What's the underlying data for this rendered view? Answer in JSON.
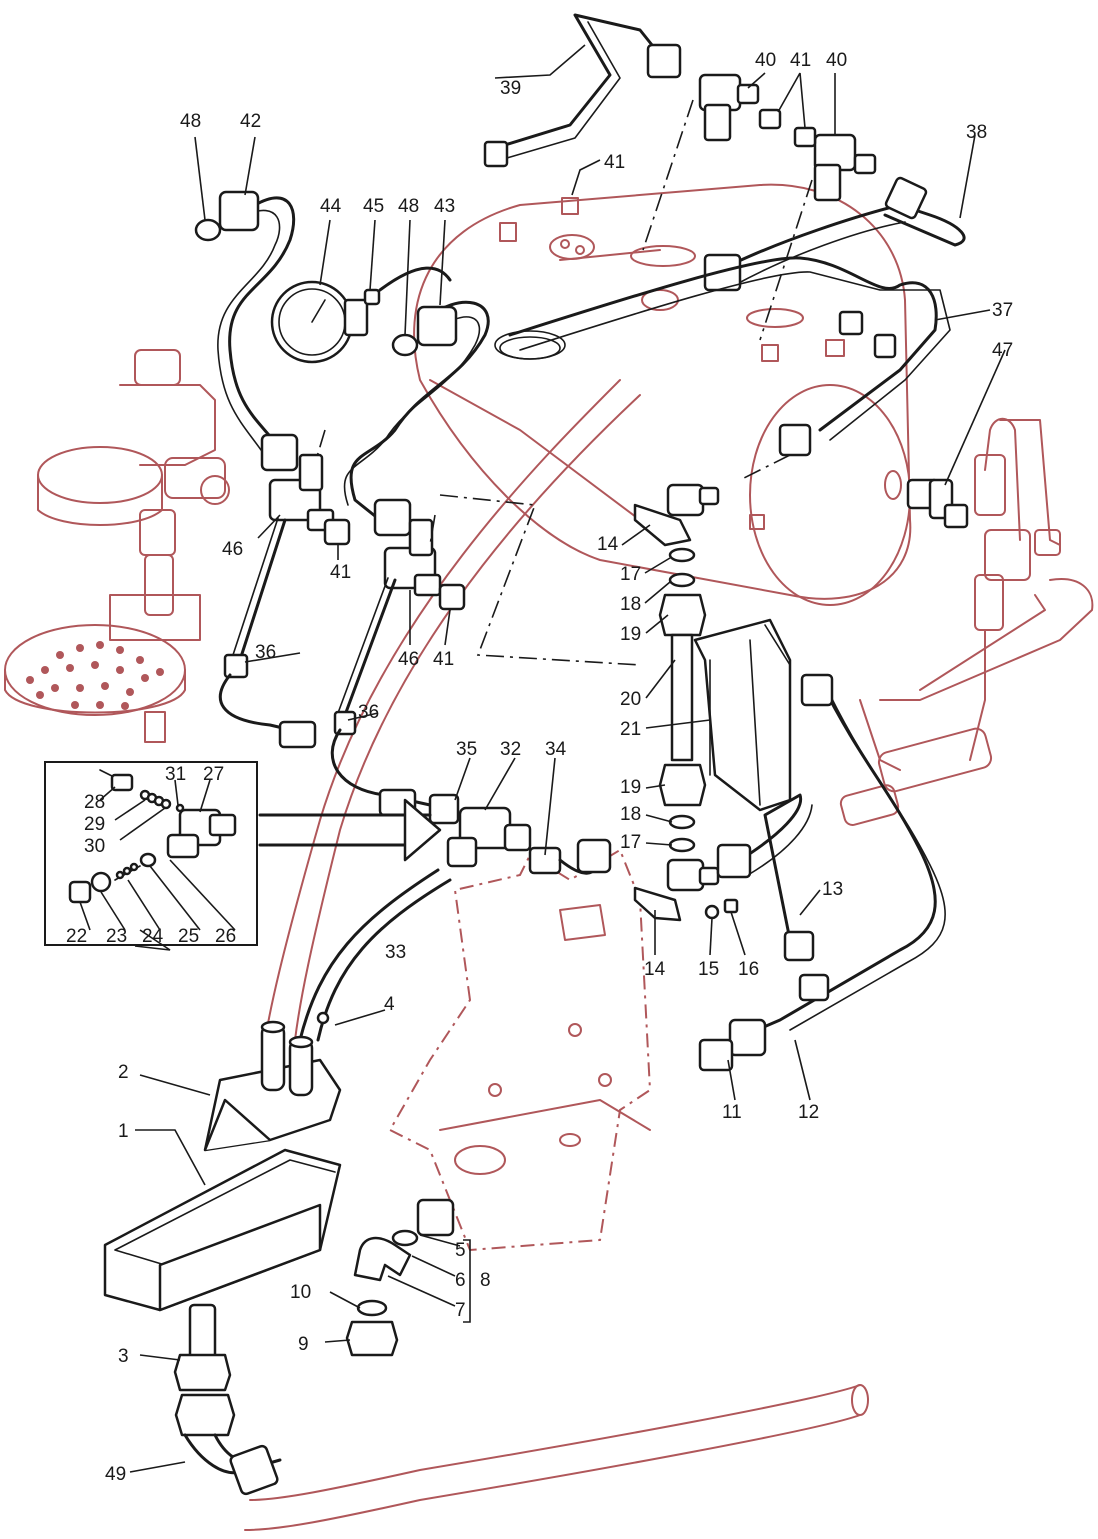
{
  "callouts": {
    "c1": "1",
    "c2": "2",
    "c3": "3",
    "c4": "4",
    "c5": "5",
    "c6": "6",
    "c7": "7",
    "c8": "8",
    "c9": "9",
    "c10": "10",
    "c11": "11",
    "c12": "12",
    "c13": "13",
    "c14a": "14",
    "c14b": "14",
    "c15": "15",
    "c16": "16",
    "c17a": "17",
    "c17b": "17",
    "c18a": "18",
    "c18b": "18",
    "c19a": "19",
    "c19b": "19",
    "c20": "20",
    "c21": "21",
    "c22": "22",
    "c23": "23",
    "c24": "24",
    "c25": "25",
    "c26": "26",
    "c27": "27",
    "c28": "28",
    "c29": "29",
    "c30": "30",
    "c31": "31",
    "c32": "32",
    "c33": "33",
    "c34": "34",
    "c35": "35",
    "c36a": "36",
    "c36b": "36",
    "c37": "37",
    "c38": "38",
    "c39": "39",
    "c40a": "40",
    "c40b": "40",
    "c41a": "41",
    "c41b": "41",
    "c41c": "41",
    "c41d": "41",
    "c42": "42",
    "c43": "43",
    "c44": "44",
    "c45": "45",
    "c46a": "46",
    "c46b": "46",
    "c47": "47",
    "c48a": "48",
    "c48b": "48",
    "c49": "49"
  },
  "colors": {
    "part_lines": "#1a1a1a",
    "context_lines": "#b0575a",
    "background": "#ffffff"
  }
}
